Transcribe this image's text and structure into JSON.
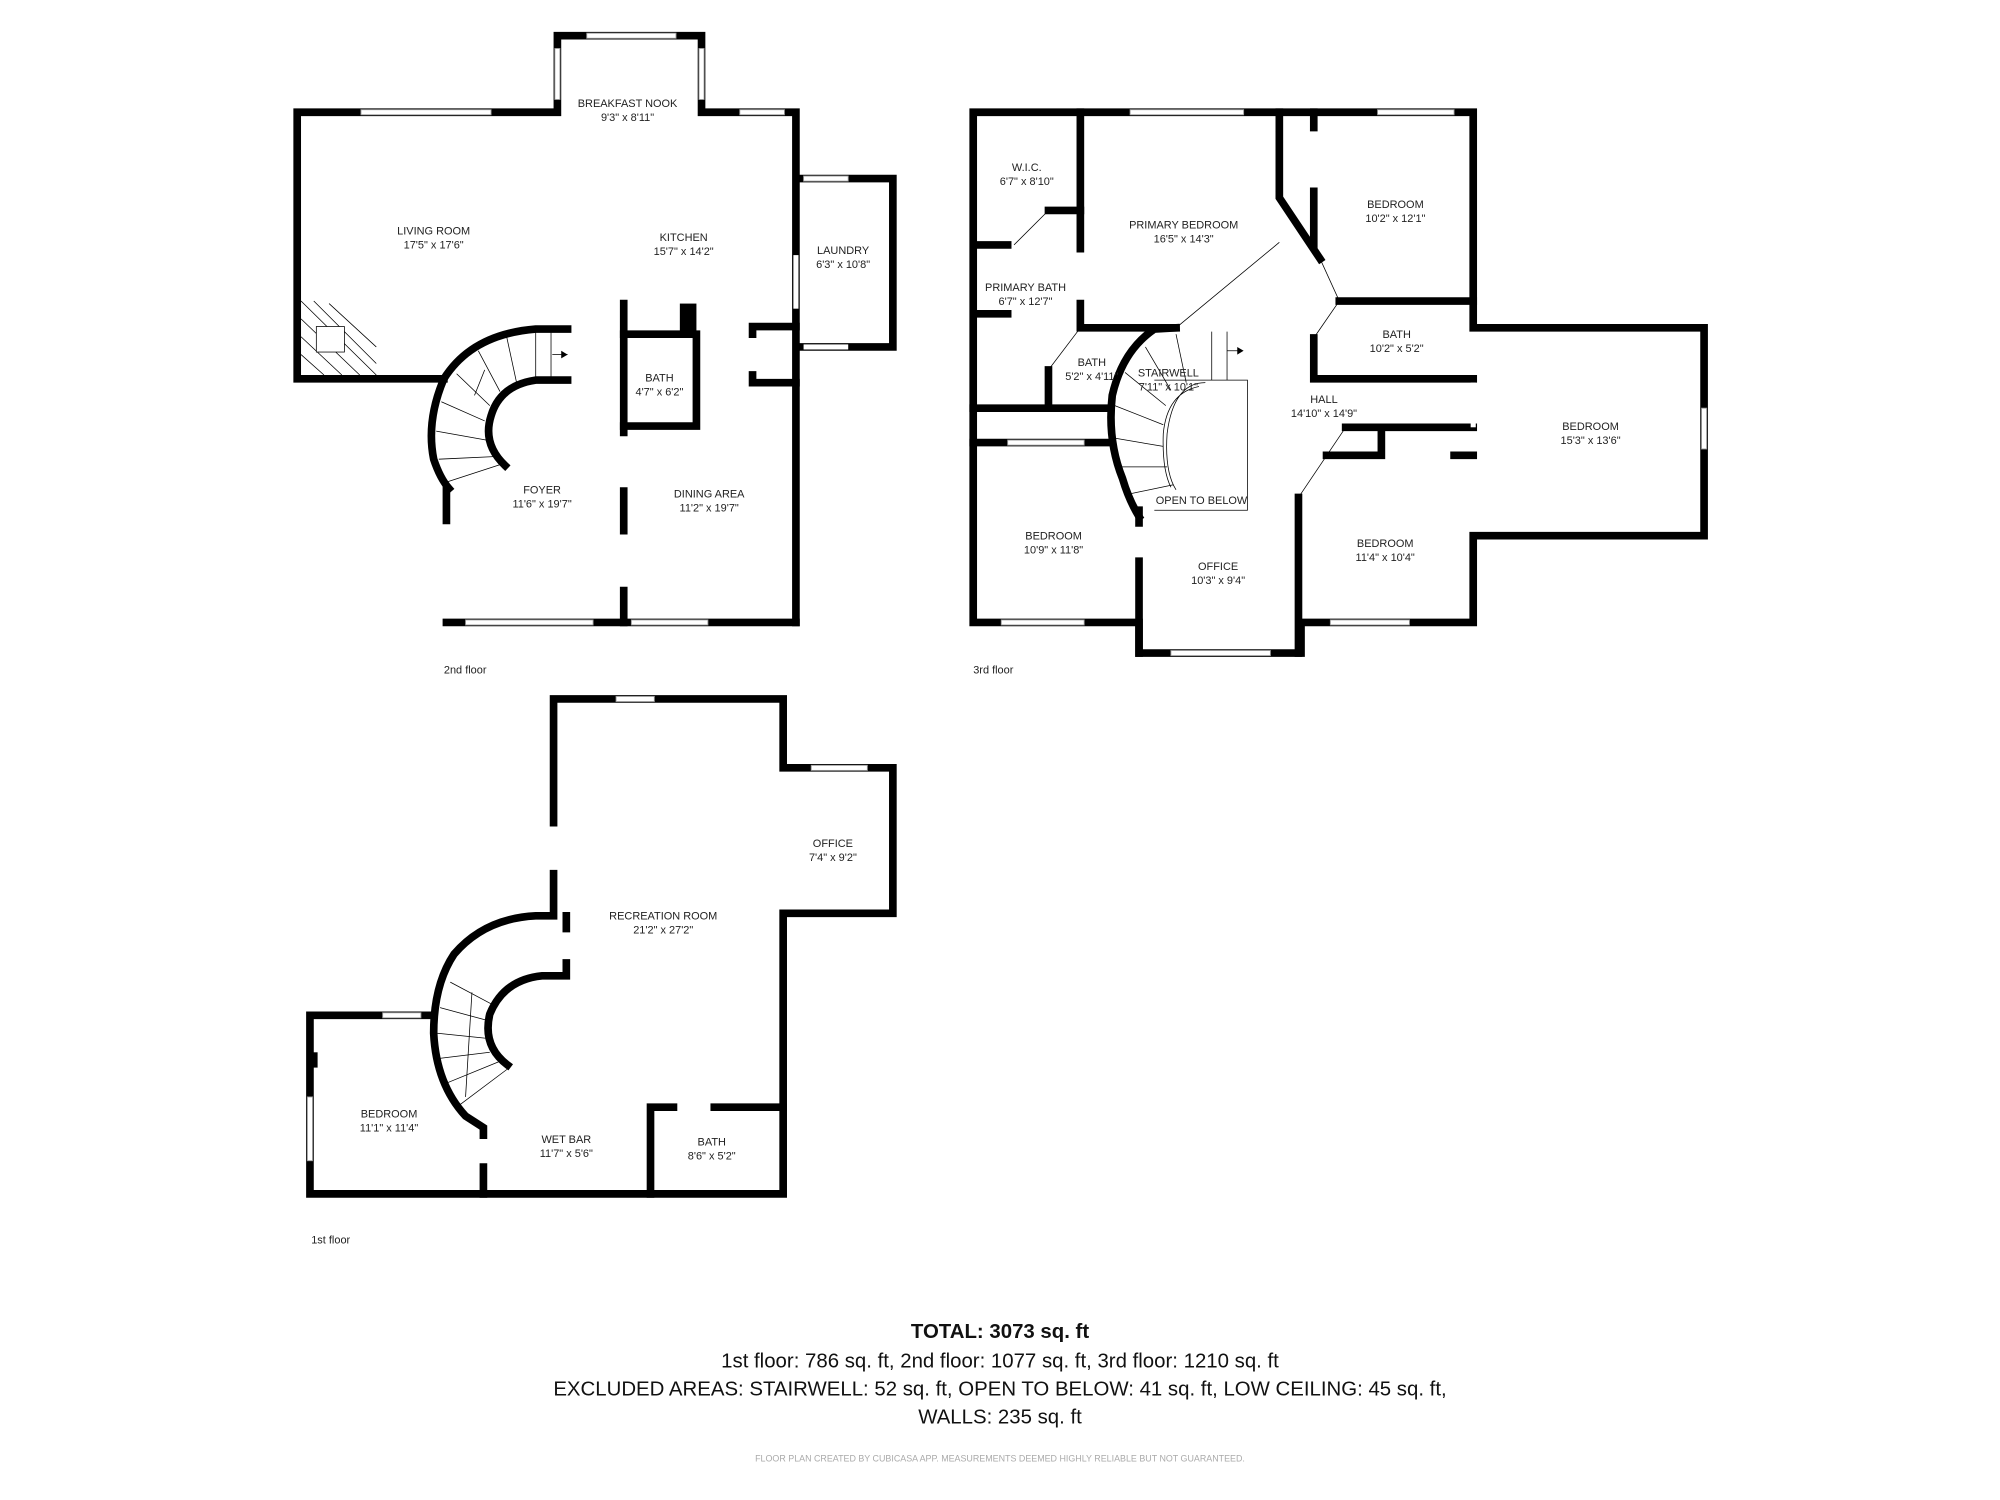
{
  "floors": {
    "second": {
      "label": "2nd floor",
      "rooms": [
        {
          "name": "BREAKFAST NOOK",
          "dims": "9'3\" x 8'11\""
        },
        {
          "name": "LIVING ROOM",
          "dims": "17'5\" x 17'6\""
        },
        {
          "name": "KITCHEN",
          "dims": "15'7\" x 14'2\""
        },
        {
          "name": "LAUNDRY",
          "dims": "6'3\" x 10'8\""
        },
        {
          "name": "BATH",
          "dims": "4'7\" x 6'2\""
        },
        {
          "name": "FOYER",
          "dims": "11'6\" x 19'7\""
        },
        {
          "name": "DINING AREA",
          "dims": "11'2\" x 19'7\""
        }
      ]
    },
    "third": {
      "label": "3rd floor",
      "rooms": [
        {
          "name": "W.I.C.",
          "dims": "6'7\" x 8'10\""
        },
        {
          "name": "PRIMARY BEDROOM",
          "dims": "16'5\" x 14'3\""
        },
        {
          "name": "BEDROOM",
          "dims": "10'2\" x 12'1\""
        },
        {
          "name": "PRIMARY BATH",
          "dims": "6'7\" x 12'7\""
        },
        {
          "name": "BATH",
          "dims": "10'2\" x 5'2\""
        },
        {
          "name": "BATH",
          "dims": "5'2\" x 4'11\""
        },
        {
          "name": "STAIRWELL",
          "dims": "7'11\" x 10'1\""
        },
        {
          "name": "HALL",
          "dims": "14'10\" x 14'9\""
        },
        {
          "name": "BEDROOM",
          "dims": "15'3\" x 13'6\""
        },
        {
          "name": "OPEN TO BELOW",
          "dims": ""
        },
        {
          "name": "BEDROOM",
          "dims": "10'9\" x 11'8\""
        },
        {
          "name": "OFFICE",
          "dims": "10'3\" x 9'4\""
        },
        {
          "name": "BEDROOM",
          "dims": "11'4\" x 10'4\""
        }
      ]
    },
    "first": {
      "label": "1st floor",
      "rooms": [
        {
          "name": "OFFICE",
          "dims": "7'4\" x 9'2\""
        },
        {
          "name": "RECREATION ROOM",
          "dims": "21'2\" x 27'2\""
        },
        {
          "name": "BEDROOM",
          "dims": "11'1\" x 11'4\""
        },
        {
          "name": "WET BAR",
          "dims": "11'7\" x 5'6\""
        },
        {
          "name": "BATH",
          "dims": "8'6\" x 5'2\""
        }
      ]
    }
  },
  "summary": {
    "total": "TOTAL: 3073 sq. ft",
    "floors_line": "1st floor: 786 sq. ft, 2nd floor: 1077 sq. ft, 3rd floor: 1210 sq. ft",
    "excluded_line1": "EXCLUDED AREAS: STAIRWELL: 52 sq. ft, OPEN TO BELOW: 41 sq. ft, LOW CEILING: 45 sq. ft,",
    "excluded_line2": "WALLS: 235 sq. ft",
    "credit": "FLOOR PLAN CREATED BY CUBICASA APP. MEASUREMENTS DEEMED HIGHLY RELIABLE BUT NOT GUARANTEED."
  },
  "colors": {
    "walls": "#000000",
    "background": "#ffffff",
    "credit_text": "#aaaaaa"
  }
}
